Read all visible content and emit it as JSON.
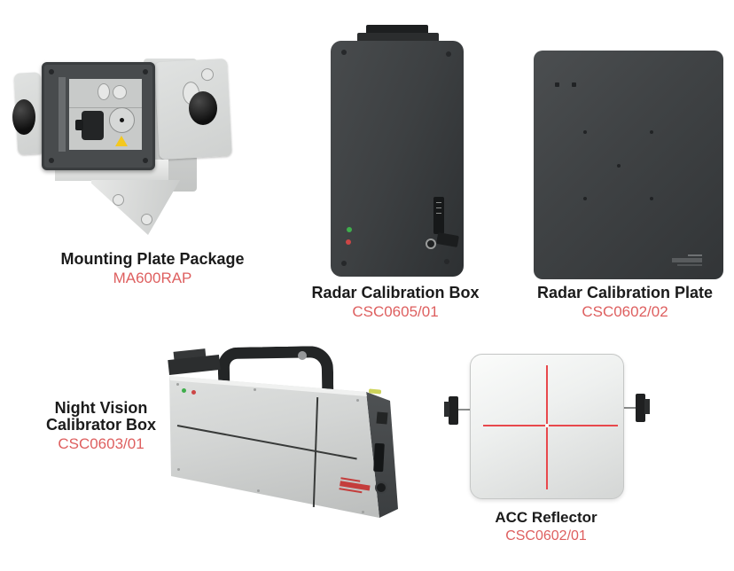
{
  "colors": {
    "background": "#ffffff",
    "title_text": "#1b1b1b",
    "code_text": "#de5f5f",
    "crosshair_red": "#e8484c",
    "crosshair_dark": "#383a39",
    "led_green": "#3fae4c",
    "led_red": "#cc4646",
    "warning_yellow": "#f4c81e"
  },
  "products": {
    "mounting_plate_package": {
      "name": "Mounting Plate Package",
      "code": "MA600RAP"
    },
    "radar_calibration_box": {
      "name": "Radar Calibration Box",
      "code": "CSC0605/01"
    },
    "radar_calibration_plate": {
      "name": "Radar Calibration Plate",
      "code": "CSC0602/02"
    },
    "night_vision_calibrator_box": {
      "name_line1": "Night Vision",
      "name_line2": "Calibrator Box",
      "code": "CSC0603/01"
    },
    "acc_reflector": {
      "name": "ACC Reflector",
      "code": "CSC0602/01"
    }
  }
}
